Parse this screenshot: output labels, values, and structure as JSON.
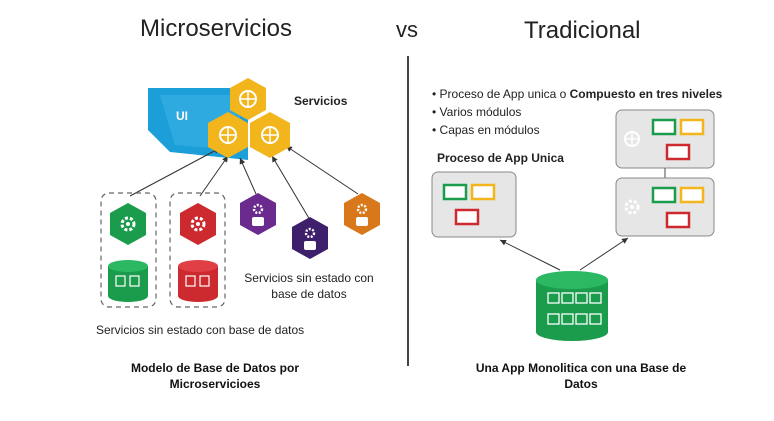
{
  "header": {
    "left_title": "Microservicios",
    "vs": "vs",
    "right_title": "Tradicional"
  },
  "left": {
    "ui_label": "UI",
    "services_label": "Servicios",
    "stateless_db_label_line1": "Servicios sin estado con",
    "stateless_db_label_line2": "base de datos",
    "stateless_bottom_label": "Servicios sin estado con base de datos",
    "caption_line1": "Modelo de Base de Datos por",
    "caption_line2": "Microservicioes"
  },
  "right": {
    "bullets": [
      {
        "prefix": "Proceso  de App unica o ",
        "bold": "Compuesto en tres niveles"
      },
      {
        "prefix": "Varios módulos",
        "bold": ""
      },
      {
        "prefix": "Capas en módulos",
        "bold": ""
      }
    ],
    "process_label": "Proceso de App Unica",
    "caption_line1": "Una App Monolitica con una Base de",
    "caption_line2": "Datos"
  },
  "colors": {
    "yellow": "#f2b51c",
    "blue": "#1c9fd8",
    "green": "#1a9c4c",
    "red": "#cc2a2f",
    "purple": "#6a2a8e",
    "darkpurple": "#3d1f6b",
    "orange": "#d9781a",
    "box_gray": "#e6e6e6"
  }
}
